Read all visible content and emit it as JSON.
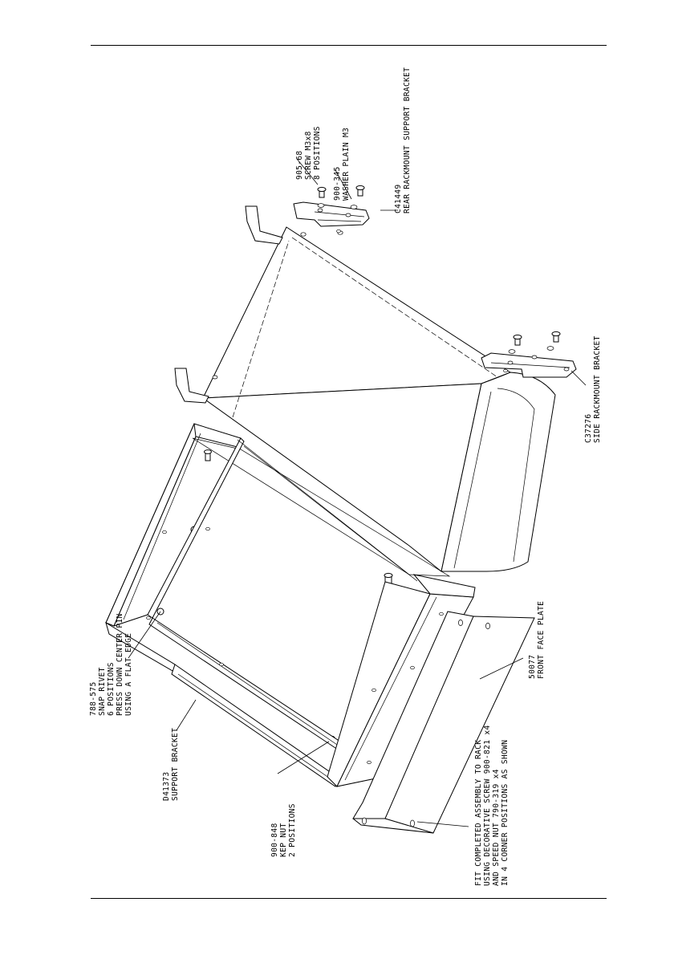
{
  "diagram": {
    "callouts": {
      "screw_905_68": [
        "905-68",
        "SCREW M3x8",
        "8 POSITIONS"
      ],
      "washer_900_345": [
        "900-345",
        "WASHER PLAIN M3"
      ],
      "rear_bracket": [
        "C41449",
        "REAR RACKMOUNT SUPPORT BRACKET"
      ],
      "side_bracket": [
        "C37276",
        "SIDE RACKMOUNT BRACKET"
      ],
      "front_face_plate": [
        "50077",
        "FRONT FACE PLATE"
      ],
      "snap_rivet": [
        "788-575",
        "SNAP RIVET",
        "6 POSITIONS",
        "PRESS DOWN CENTER PIN",
        "USING A FLAT EDGE"
      ],
      "support_bracket": [
        "D41373",
        "SUPPORT BRACKET"
      ],
      "kep_nut": [
        "900-848",
        "KEP NUT",
        "2 POSITIONS"
      ],
      "fit_note": [
        "FIT COMPLETED ASSEMBLY TO RACK",
        "USING DECORATIVE SCREW 900-821 x4",
        "AND SPEED NUT 790-319 x4",
        "IN 4 CORNER POSITIONS AS SHOWN"
      ]
    }
  }
}
